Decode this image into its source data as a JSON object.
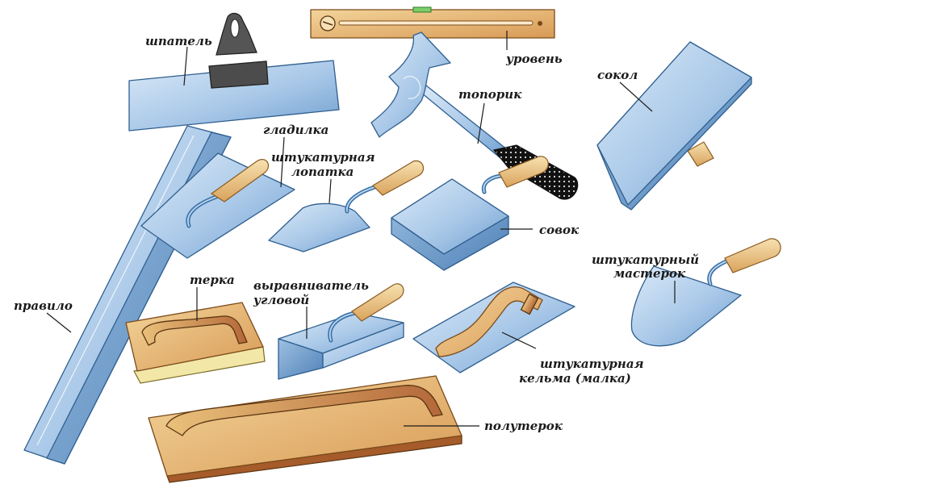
{
  "labels": {
    "shpatel": "шпатель",
    "uroven": "уровень",
    "toporik": "топорик",
    "sokol": "сокол",
    "gladilka": "гладилка",
    "lopatka_l1": "штукатурная",
    "lopatka_l2": "лопатка",
    "sovok": "совок",
    "master_l1": "штукатурный",
    "master_l2": "мастерок",
    "pravilo": "правило",
    "terka": "терка",
    "vyrav_l1": "выравниватель",
    "vyrav_l2": "угловой",
    "kelma_l1": "штукатурная",
    "kelma_l2": "кельма (малка)",
    "poluterok": "полутерок"
  },
  "colors": {
    "metal_light": "#dbeaf8",
    "metal_dark": "#6f9fd0",
    "wood_light": "#f3d49a",
    "wood_dark": "#b4683a",
    "outline": "#2f5f8f"
  }
}
